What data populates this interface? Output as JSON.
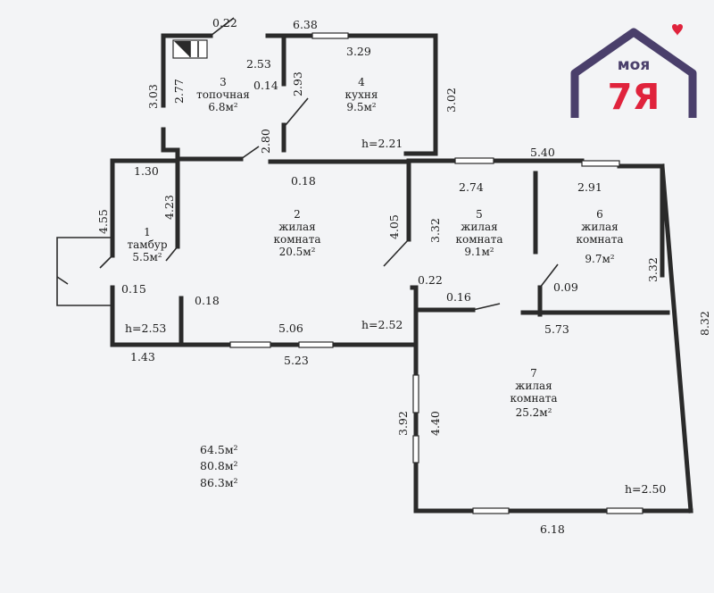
{
  "plan": {
    "rooms": [
      {
        "num": "1",
        "name": [
          "тамбур"
        ],
        "area": "5.5м²"
      },
      {
        "num": "2",
        "name": [
          "жилая",
          "комната"
        ],
        "area": "20.5м²"
      },
      {
        "num": "3",
        "name": [
          "топочная"
        ],
        "area": "6.8м²"
      },
      {
        "num": "4",
        "name": [
          "кухня"
        ],
        "area": "9.5м²"
      },
      {
        "num": "5",
        "name": [
          "жилая",
          "комната"
        ],
        "area": "9.1м²"
      },
      {
        "num": "6",
        "name": [
          "жилая",
          "комната"
        ],
        "area": "9.7м²"
      },
      {
        "num": "7",
        "name": [
          "жилая",
          "комната"
        ],
        "area": "25.2м²"
      }
    ],
    "dims": {
      "d022_top": "0.22",
      "d638": "6.38",
      "d329": "3.29",
      "d253": "2.53",
      "d303": "3.03",
      "d277": "2.77",
      "d014": "0.14",
      "d293": "2.93",
      "d302": "3.02",
      "d280": "2.80",
      "h221": "h=2.21",
      "d018_kitchen": "0.18",
      "d540": "5.40",
      "d130": "1.30",
      "d274": "2.74",
      "d291": "2.91",
      "d455": "4.55",
      "d423": "4.23",
      "d405": "4.05",
      "d332_r5": "3.32",
      "d332_r6": "3.32",
      "d022_mid": "0.22",
      "d016": "0.16",
      "d009": "0.09",
      "d015": "0.15",
      "d018_left": "0.18",
      "h253": "h=2.53",
      "d506": "5.06",
      "h252": "h=2.52",
      "d573": "5.73",
      "d143": "1.43",
      "d523": "5.23",
      "d832": "8.32",
      "d392": "3.92",
      "d440": "4.40",
      "h250": "h=2.50",
      "d618": "6.18"
    },
    "totals": [
      "64.5м²",
      "80.8м²",
      "86.3м²"
    ]
  },
  "logo": {
    "word_moya": "моя",
    "word_ya": "7Я",
    "heart_color": "#e0233c",
    "house_color": "#4a3f6b",
    "accent_color": "#e0233c"
  }
}
